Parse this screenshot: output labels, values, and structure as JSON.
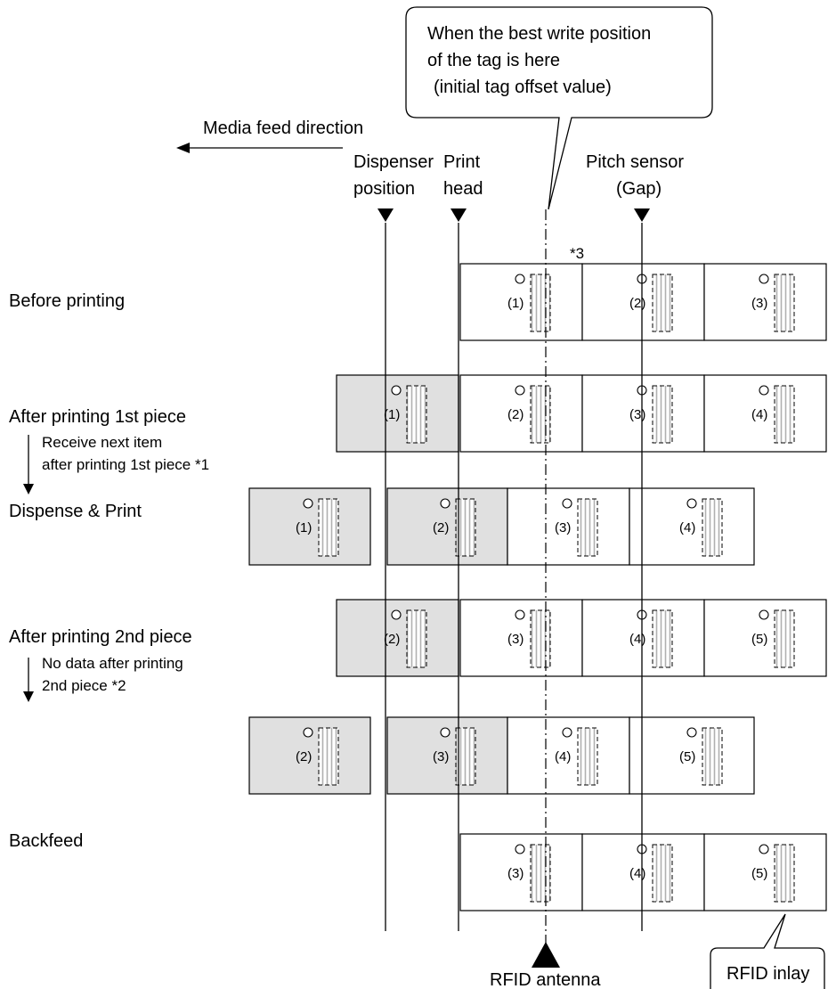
{
  "callout": {
    "line1": "When the best write position",
    "line2": "of the tag is here",
    "line3": "(initial tag offset value)"
  },
  "feed_direction": "Media feed direction",
  "markers": {
    "dispenser_line1": "Dispenser",
    "dispenser_line2": "position",
    "printhead_line1": "Print",
    "printhead_line2": "head",
    "pitch_line1": "Pitch sensor",
    "pitch_line2": "(Gap)"
  },
  "note_star3": "*3",
  "rows": {
    "before_printing": "Before printing",
    "after_first": "After printing 1st piece",
    "receive_line1": "Receive next item",
    "receive_line2": "after printing 1st piece *1",
    "dispense_print": "Dispense & Print",
    "after_second": "After printing 2nd piece",
    "nodata_line1": "No data after printing",
    "nodata_line2": "2nd piece *2",
    "backfeed": "Backfeed"
  },
  "bottom": {
    "rfid_antenna": "RFID antenna",
    "rfid_inlay": "RFID inlay"
  },
  "label_rows": [
    {
      "labels": [
        "(1)",
        "(2)",
        "(3)"
      ]
    },
    {
      "labels": [
        "(1)",
        "(2)",
        "(3)",
        "(4)"
      ]
    },
    {
      "labels": [
        "(1)",
        "(2)",
        "(3)",
        "(4)"
      ]
    },
    {
      "labels": [
        "(2)",
        "(3)",
        "(4)",
        "(5)"
      ]
    },
    {
      "labels": [
        "(2)",
        "(3)",
        "(4)",
        "(5)"
      ]
    },
    {
      "labels": [
        "(3)",
        "(4)",
        "(5)"
      ]
    }
  ],
  "colors": {
    "dispensed_fill": "#e0e0e0",
    "line": "#000000"
  }
}
